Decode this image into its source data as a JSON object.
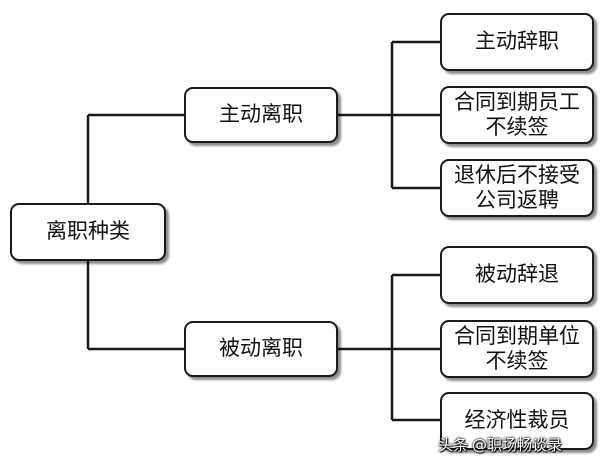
{
  "root": {
    "label": "离职种类"
  },
  "branches": [
    {
      "label": "主动离职",
      "children": [
        {
          "label": "主动辞职"
        },
        {
          "label": "合同到期员工\n不续签"
        },
        {
          "label": "退休后不接受\n公司返聘"
        }
      ]
    },
    {
      "label": "被动离职",
      "children": [
        {
          "label": "被动辞退"
        },
        {
          "label": "合同到期单位\n不续签"
        },
        {
          "label": "经济性裁员"
        }
      ]
    }
  ],
  "watermark": {
    "prefix": "头条",
    "handle": "@职场畅谈录"
  },
  "colors": {
    "line": "#1a1a1a",
    "box_border": "#1a1a1a",
    "box_fill": "#ffffff",
    "text": "#111111"
  }
}
